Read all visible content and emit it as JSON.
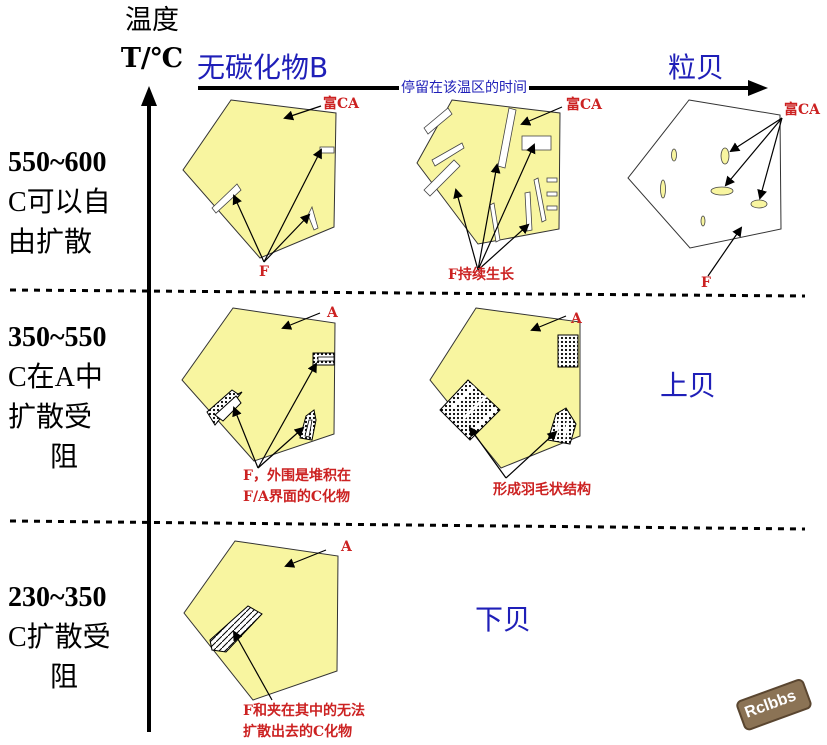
{
  "axis": {
    "y_title_line1": "温度",
    "y_title_line2": "T/℃",
    "x_caption": "停留在该温区的时间"
  },
  "headers": {
    "left": "无碳化物B",
    "right": "粒贝"
  },
  "bands": [
    {
      "line1": "550~600",
      "line2": "C可以自",
      "line3": "由扩散"
    },
    {
      "line1": "350~550",
      "line2": "C在A中",
      "line3": "扩散受",
      "line4": "阻"
    },
    {
      "line1": "230~350",
      "line2": "C扩散受",
      "line3": "阻"
    }
  ],
  "labels": {
    "r1c1_top": "富CA",
    "r1c1_bottom": "F",
    "r1c2_top": "富CA",
    "r1c2_bottom": "F持续生长",
    "r1c3_top": "富CA",
    "r1c3_bottom": "F",
    "r2c1_top": "A",
    "r2c1_bottom_line1": "F，外围是堆积在",
    "r2c1_bottom_line2": "F/A界面的C化物",
    "r2c2_top": "A",
    "r2c2_bottom": "形成羽毛状结构",
    "r2_name": "上贝",
    "r3c1_top": "A",
    "r3c1_bottom_line1": "F和夹在其中的无法",
    "r3c1_bottom_line2": "扩散出去的C化物",
    "r3_name": "下贝"
  },
  "watermark": "Rclbbs",
  "colors": {
    "grain_fill": "#f8f5a0",
    "red_label": "#cc2222",
    "blue_text": "#1f1fb8"
  }
}
